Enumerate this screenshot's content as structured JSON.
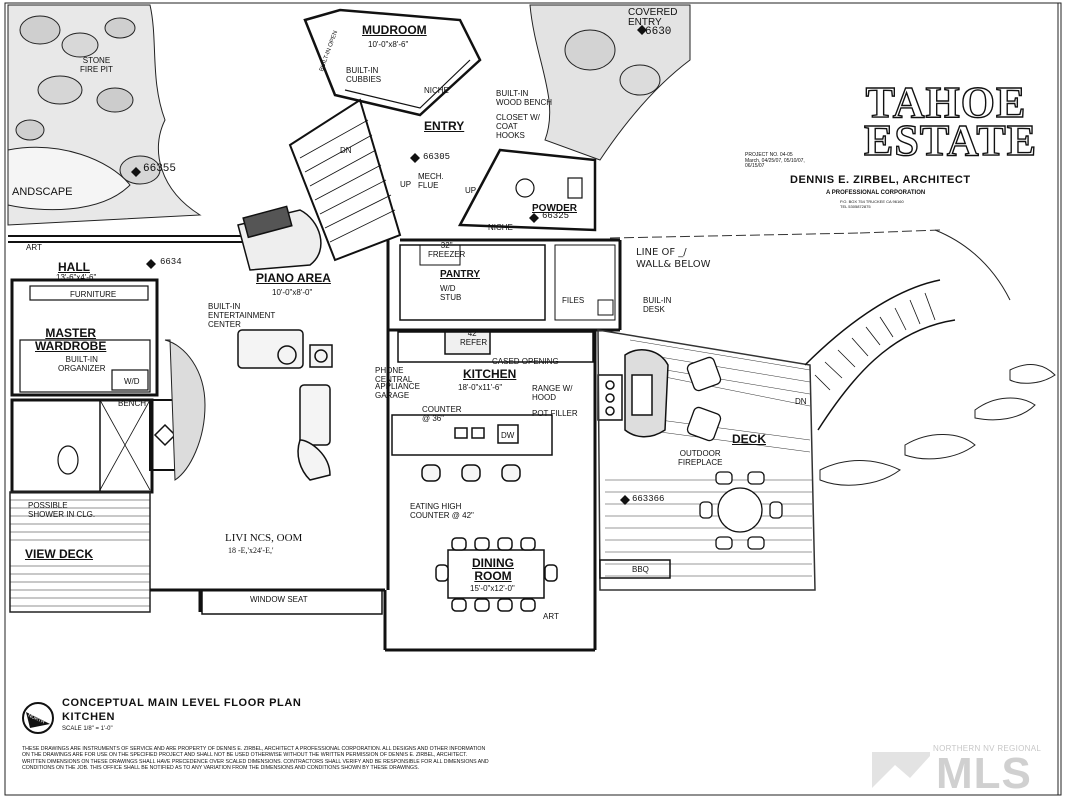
{
  "title_block": {
    "brand": "TAHOE\nESTATE",
    "project_info": "PROJECT NO. 04-05\nMarch, 04/25/07, 05/10/07,\n06/15/07",
    "architect": "DENNIS E. ZIRBEL, ARCHITECT",
    "architect_sub": "A PROFESSIONAL CORPORATION",
    "architect_addr": "P.O. BOX 754 TRUCKEE CA 96160\nTEL 5305872875"
  },
  "plan_title": "CONCEPTUAL MAIN LEVEL FLOOR PLAN",
  "plan_subtitle": "KITCHEN",
  "scale": "SCALE 1/8\" = 1'-0\"",
  "north_label": "NORTH",
  "disclaimer": "THESE DRAWINGS ARE INSTRUMENTS OF SERVICE AND ARE PROPERTY OF DENNIS E. ZIRBEL, ARCHITECT A PROFESSIONAL CORPORATION. ALL DESIGNS AND OTHER INFORMATION ON THE DRAWINGS ARE FOR USE ON THE SPECIFIED PROJECT AND SHALL NOT BE USED OTHERWISE WITHOUT THE WRITTEN PERMISSION OF DENNIS E. ZIRBEL, ARCHITECT. WRITTEN DIMENSIONS ON THESE DRAWINGS SHALL HAVE PRECEDENCE OVER SCALED DIMENSIONS. CONTRACTORS SHALL VERIFY AND BE RESPONSIBLE FOR ALL DIMENSIONS AND CONDITIONS ON THE JOB. THIS OFFICE SHALL BE NOTIFIED AS TO ANY VARIATION FROM THE DIMENSIONS AND CONDITIONS SHOWN BY THESE DRAWINGS.",
  "watermark": {
    "region": "NORTHERN NV REGIONAL",
    "text": "MLS"
  },
  "annotation": "LINE OF _/\nWALL& BELOW",
  "rooms": {
    "mudroom": "MUDROOM",
    "mudroom_dim": "10'-0\"x8'-6\"",
    "entry": "ENTRY",
    "hall": "HALL",
    "hall_dim": "13'-6\"x4'-6\"",
    "piano": "PIANO AREA",
    "piano_dim": "10'-0\"x8'-0\"",
    "pantry": "PANTRY",
    "powder": "POWDER",
    "kitchen": "KITCHEN",
    "kitchen_dim": "18'-0\"x11'-6\"",
    "master_wardrobe": "MASTER\nWARDROBE",
    "deck": "DECK",
    "view_deck": "VIEW DECK",
    "dining": "DINING\nROOM",
    "dining_dim": "15'-0\"x12'-0\"",
    "living": "LIVI NCS,  OOM",
    "living_dim": "18 -E,'x24'-E,'"
  },
  "labels": {
    "stone_fire_pit": "STONE\nFIRE PIT",
    "landscape": "ANDSCAPE",
    "art1": "ART",
    "art2": "ART",
    "covered_entry": "COVERED\nENTRY",
    "built_in_open": "BUILT-IN OPEN",
    "built_in_cubbies": "BUILT-IN\nCUBBIES",
    "niche1": "NICHE",
    "niche2": "NICHE",
    "built_in_bench": "BUILT-IN\nWOOD BENCH",
    "closet": "CLOSET W/\nCOAT\nHOOKS",
    "dn1": "DN",
    "dn2": "DN",
    "up1": "UP",
    "up2": "UP",
    "mech": "MECH.\nFLUE",
    "freezer": "32\"\nFREEZER",
    "wd_stub": "W/D\nSTUB",
    "files": "FILES",
    "built_in_desk": "BUIL-IN\nDESK",
    "furniture": "FURNITURE",
    "built_in_ent": "BUILT-IN\nENTERTAINMENT\nCENTER",
    "built_in_org": "BUILT-IN\nORGANIZER",
    "wd": "W/D",
    "bench": "BENCH",
    "refer": "42\"\nREFER",
    "phone": "PHONE\nCENTRAL",
    "appliance": "APPLIANCE\nGARAGE",
    "cased": "CASED OPENING",
    "range": "RANGE W/\nHOOD",
    "pot_filler": "POT FILLER",
    "counter": "COUNTER\n@ 36\"",
    "dw": "DW",
    "eating": "EATING HIGH\nCOUNTER @ 42\"",
    "outdoor_fp": "OUTDOOR\nFIREPLACE",
    "bbq": "BBQ",
    "possible_shower": "POSSIBLE\nSHOWER IN CLG.",
    "window_seat": "WINDOW SEAT"
  },
  "elevations": {
    "e1": "6630",
    "e2": "66355",
    "e3": "66305",
    "e4": "66325",
    "e5": "6634",
    "e6": "663366"
  }
}
